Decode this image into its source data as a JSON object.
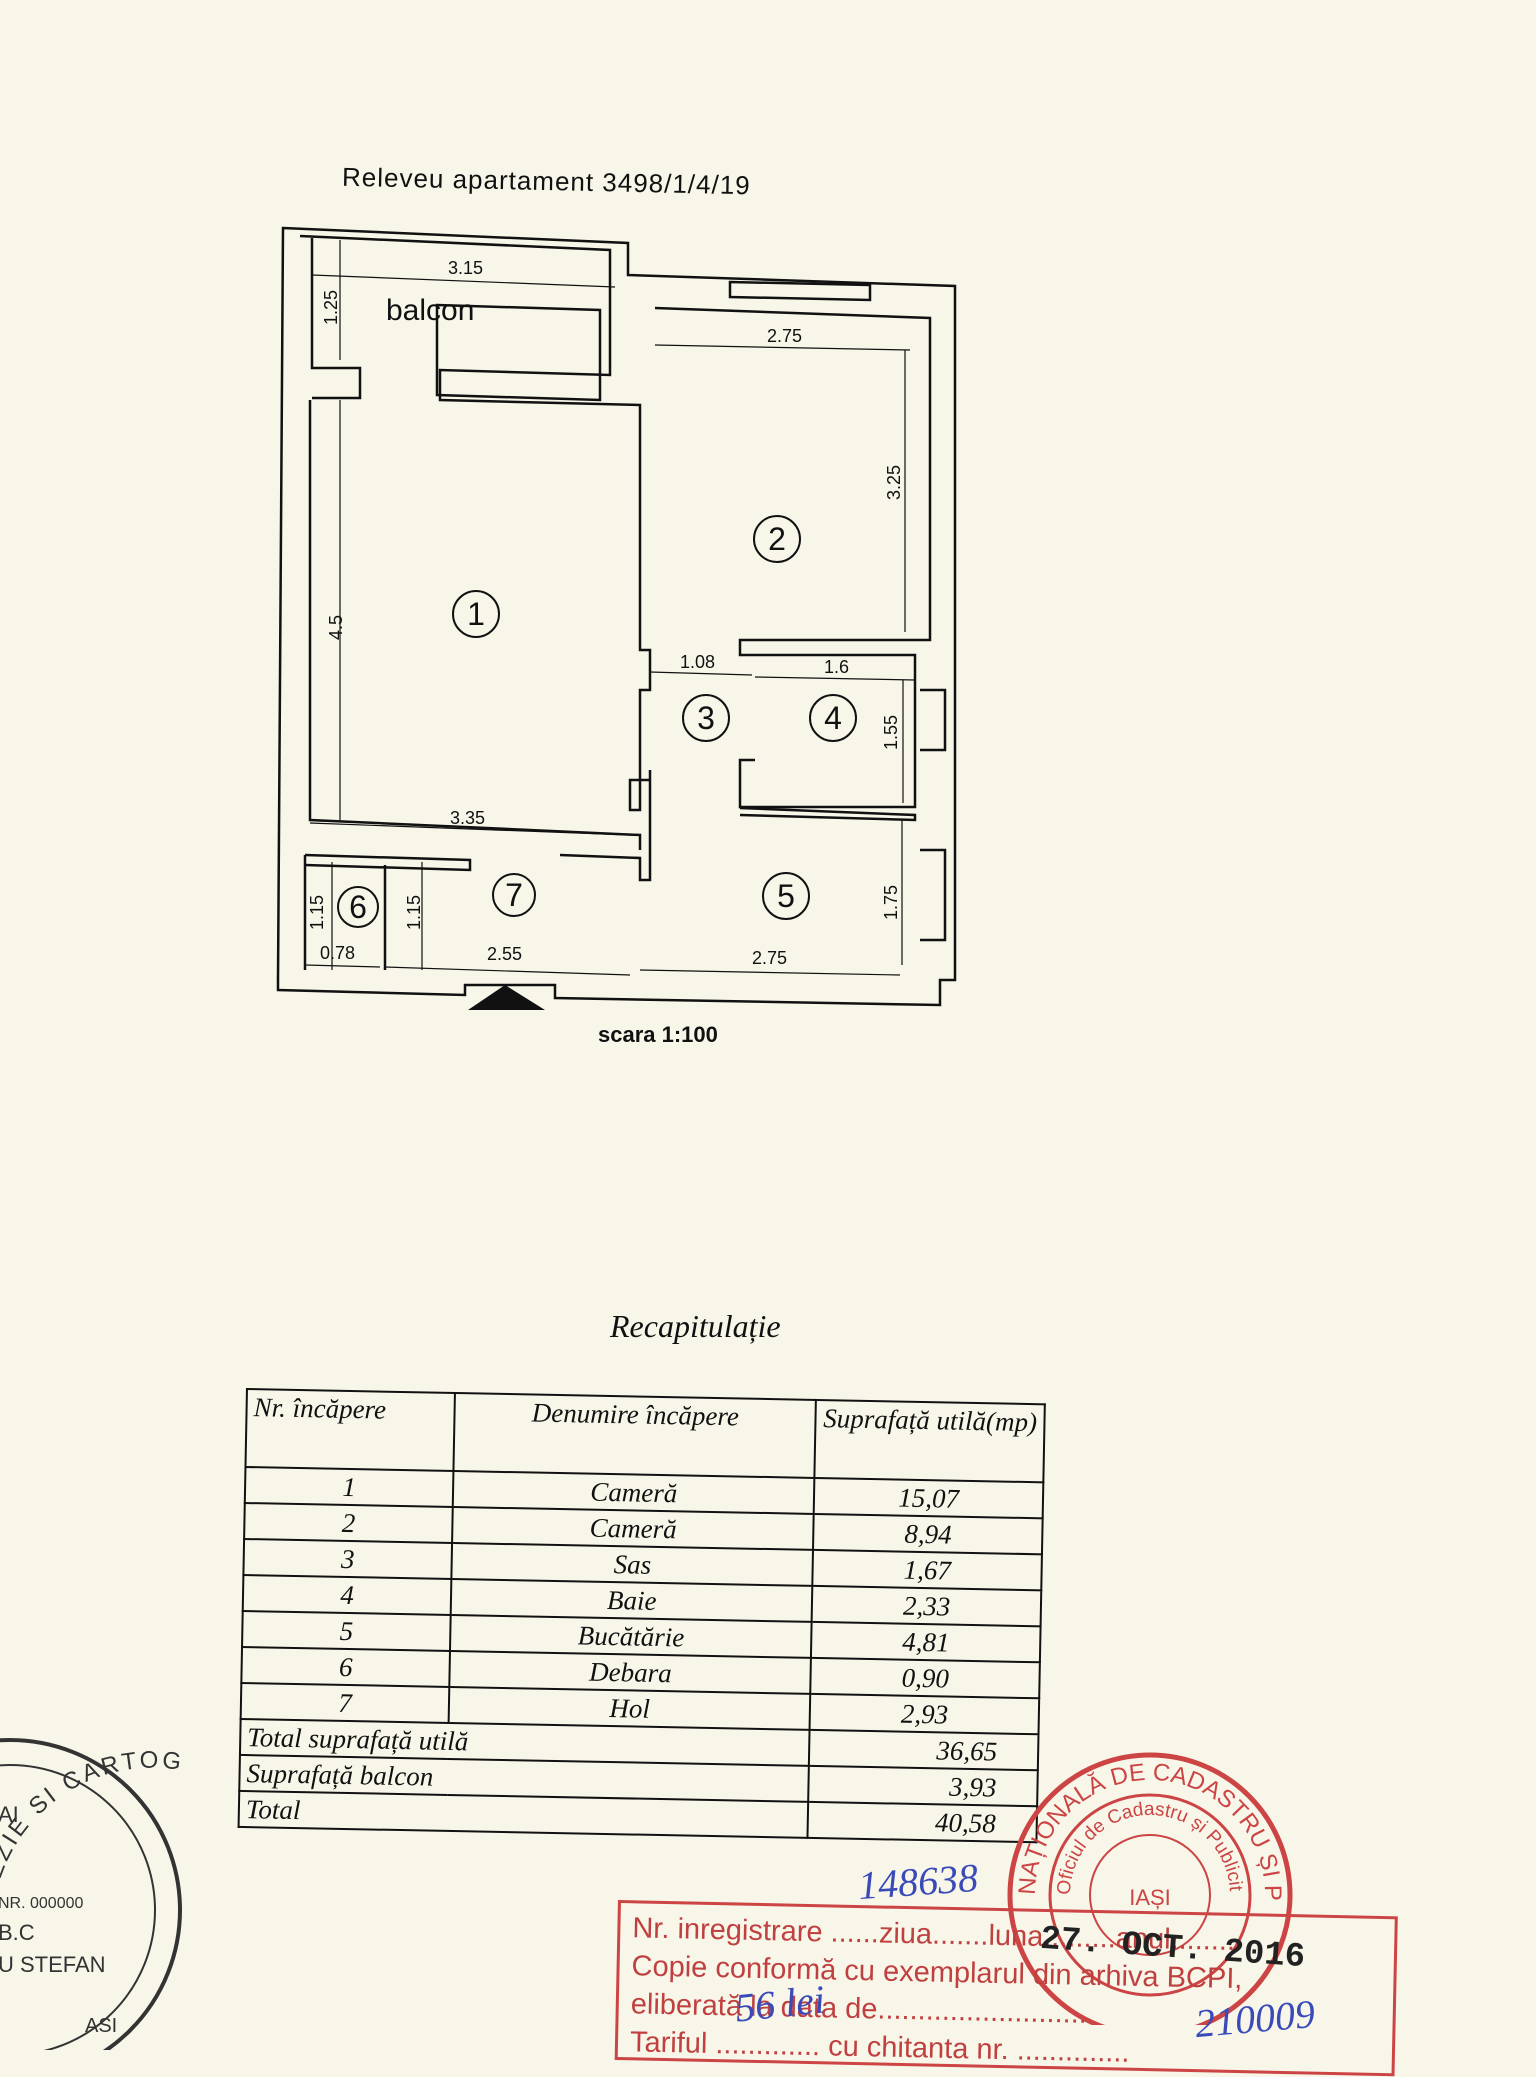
{
  "plan": {
    "title": "Releveu apartament 3498/1/4/19",
    "balcon_label": "balcon",
    "scale": "scara 1:100",
    "dimensions": {
      "balcon_width": "3.15",
      "balcon_depth": "1.25",
      "room2_width": "2.75",
      "room2_depth": "3.25",
      "room1_depth": "4.5",
      "room1_width": "3.35",
      "room3_width": "1.08",
      "room4_width": "1.6",
      "room4_depth": "1.55",
      "room5_depth": "1.75",
      "room5_width": "2.75",
      "room6_depth": "1.15",
      "room6_width": "0.78",
      "room7_depth": "1.15",
      "room7_width": "2.55"
    },
    "room_numbers": [
      "1",
      "2",
      "3",
      "4",
      "5",
      "6",
      "7"
    ]
  },
  "recap": {
    "title": "Recapitulație",
    "headers": [
      "Nr. încăpere",
      "Denumire încăpere",
      "Suprafață utilă(mp)"
    ],
    "rows": [
      {
        "nr": "1",
        "name": "Cameră",
        "area": "15,07"
      },
      {
        "nr": "2",
        "name": "Cameră",
        "area": "8,94"
      },
      {
        "nr": "3",
        "name": "Sas",
        "area": "1,67"
      },
      {
        "nr": "4",
        "name": "Baie",
        "area": "2,33"
      },
      {
        "nr": "5",
        "name": "Bucătărie",
        "area": "4,81"
      },
      {
        "nr": "6",
        "name": "Debara",
        "area": "0,90"
      },
      {
        "nr": "7",
        "name": "Hol",
        "area": "2,93"
      }
    ],
    "total_useful_label": "Total suprafață utilă",
    "total_useful_value": "36,65",
    "balcony_label": "Suprafață balcon",
    "balcony_value": "3,93",
    "total_label": "Total",
    "total_value": "40,58"
  },
  "stamps": {
    "left_stamp_text": "EZIE SI CARTOGRAFIE",
    "left_stamp_lines": [
      "AI",
      "NR. 000000",
      "B.C",
      "U STEFAN",
      "ASI"
    ],
    "right_stamp_outer": "NAȚIONALĂ DE CADASTRU ȘI PUBLICITATE",
    "right_stamp_inner": "Oficiul de Cadastru și Publicitate Imobiliară",
    "right_stamp_city": "IAȘI",
    "registration": {
      "line1": "Nr. inregistrare ......ziua.......luna.........anul........",
      "line2": "Copie conformă cu exemplarul din arhiva BCPI,",
      "line3": "eliberată la data de..........................",
      "line4": "Tariful ............. cu chitanta nr. ..............",
      "date": "27. OCT. 2016",
      "handwritten_nr": "148638",
      "handwritten_fee": "56 lei",
      "handwritten_receipt": "210009"
    }
  },
  "colors": {
    "paper": "#f7f6e9",
    "ink": "#111111",
    "stamp_red": "#c44444",
    "handwriting_blue": "#3a4ab8"
  }
}
